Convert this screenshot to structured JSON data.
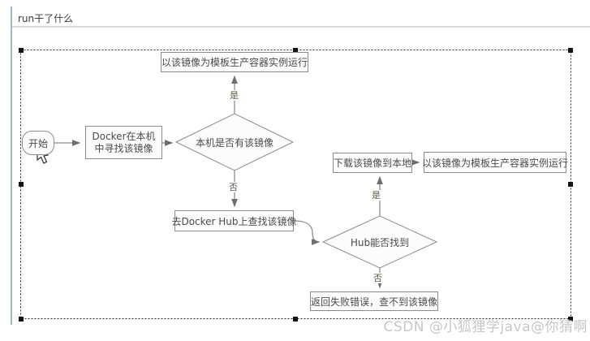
{
  "header": {
    "title": "run干了什么"
  },
  "flowchart": {
    "nodes": {
      "start": {
        "label": "开始",
        "shape": "rounded"
      },
      "find_local": {
        "label": "Docker在本机中寻找该镜像",
        "shape": "rect"
      },
      "local_has": {
        "label": "本机是否有该镜像",
        "shape": "diamond"
      },
      "run_top": {
        "label": "以该镜像为模板生产容器实例运行",
        "shape": "rect"
      },
      "search_hub": {
        "label": "去Docker Hub上查找该镜像",
        "shape": "rect"
      },
      "hub_found": {
        "label": "Hub能否找到",
        "shape": "diamond"
      },
      "download": {
        "label": "下载该镜像到本地",
        "shape": "rect"
      },
      "run_right": {
        "label": "以该镜像为模板生产容器实例运行",
        "shape": "rect"
      },
      "fail": {
        "label": "返回失败错误，查不到该镜像",
        "shape": "rect"
      }
    },
    "edge_labels": {
      "local_yes": "是",
      "local_no": "否",
      "hub_yes": "是",
      "hub_no": "否"
    },
    "selected": true
  },
  "watermark": {
    "text": "CSDN @小狐狸学java@你猜啊"
  },
  "colors": {
    "shape_border": "#8c8c8c",
    "shape_fill": "#fcfcfc",
    "node_text": "#4a4a4a",
    "connector": "#8c8c8c",
    "arrowhead": "#6e6e6e",
    "selection_dash": "#2a2a2a",
    "selection_handle": "#151515",
    "panel_border": "#a3b5c3",
    "divider": "#dadada",
    "edge_label_text": "#5d5845",
    "watermark_text": "#c7c7c7"
  }
}
